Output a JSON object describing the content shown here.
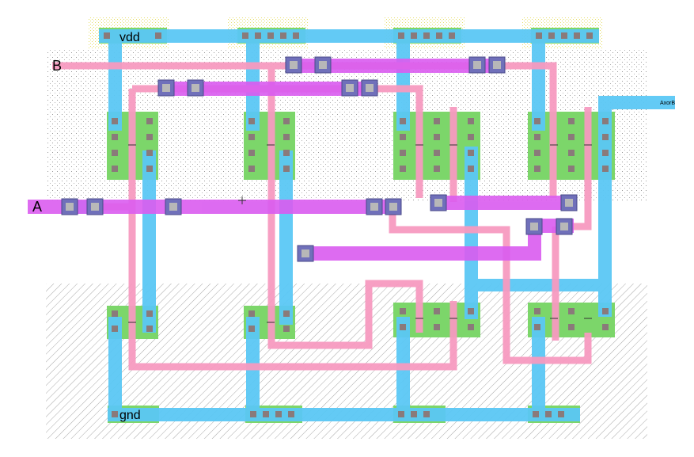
{
  "labels": {
    "vdd": "vdd",
    "gnd": "gnd",
    "input_a": "A",
    "input_b": "B",
    "output": "AxorB"
  },
  "colors": {
    "metal1": "#5BC8F5",
    "metal2": "#DA5CF0",
    "poly": "#F79AC0",
    "diffusion": "#7CD66A",
    "contact": "#8A8A8A",
    "via": "#6A6AB0",
    "nwell_dots": "#9A9A9A",
    "pwell_hatch": "#A0A0A0"
  }
}
